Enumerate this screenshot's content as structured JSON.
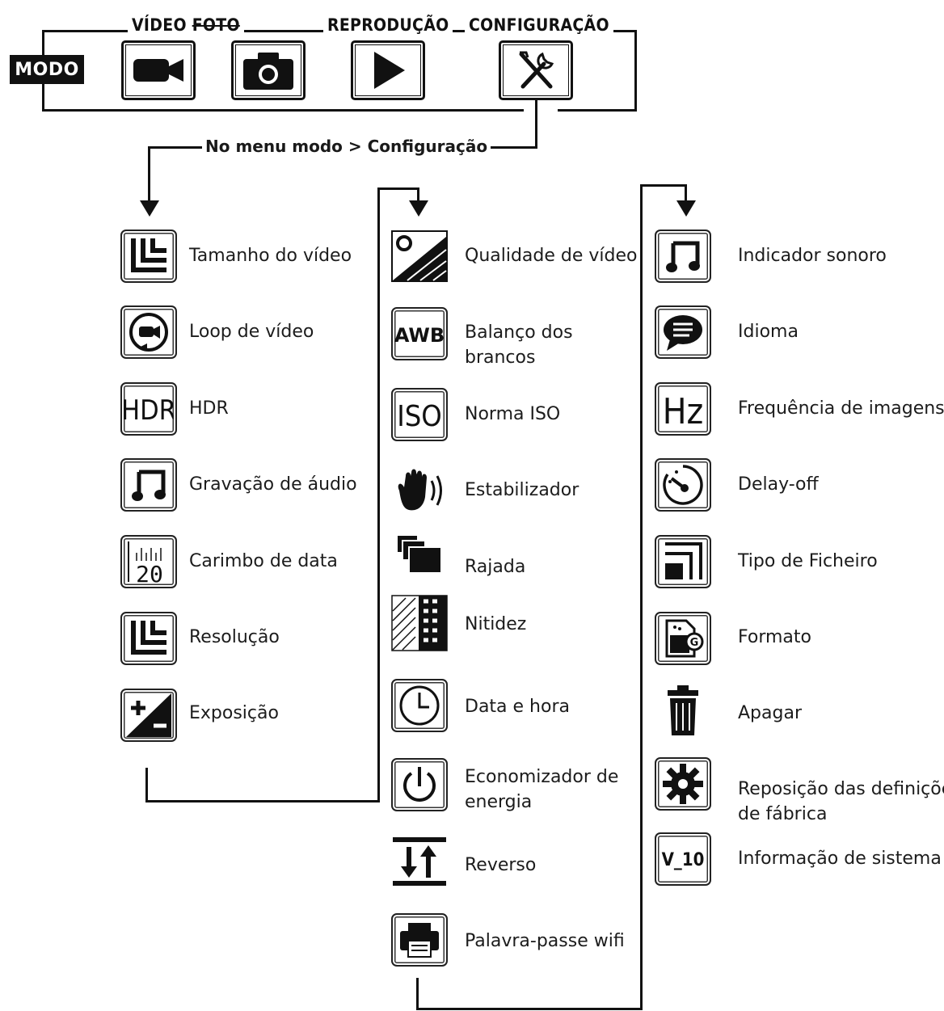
{
  "mode_bar": {
    "mode_label": "MODO",
    "video_label": "VÍDEO",
    "photo_label": "FOTO",
    "playback_label": "REPRODUÇÃO",
    "settings_label": "CONFIGURAÇÃO",
    "buttons": [
      {
        "name": "video-camera-icon"
      },
      {
        "name": "photo-camera-icon"
      },
      {
        "name": "play-icon"
      },
      {
        "name": "tools-icon"
      }
    ]
  },
  "menu_path": "No menu modo > Configuração",
  "columns": [
    {
      "items": [
        {
          "label": "Tamanho do vídeo",
          "icon": "video-size-icon"
        },
        {
          "label": "Loop de vídeo",
          "icon": "loop-video-icon"
        },
        {
          "label": "HDR",
          "icon": "hdr-icon"
        },
        {
          "label": "Gravação de áudio",
          "icon": "audio-note-icon"
        },
        {
          "label": "Carimbo de data",
          "icon": "date-stamp-icon"
        },
        {
          "label": "Resolução",
          "icon": "resolution-icon"
        },
        {
          "label": "Exposição",
          "icon": "exposure-icon"
        }
      ]
    },
    {
      "items": [
        {
          "label": "Qualidade de vídeo",
          "icon": "video-quality-icon"
        },
        {
          "label": "Balanço dos brancos",
          "icon": "awb-icon",
          "icon_text": "AWB"
        },
        {
          "label": "Norma ISO",
          "icon": "iso-icon",
          "icon_text": "ISO"
        },
        {
          "label": "Estabilizador",
          "icon": "stabilizer-hand-icon"
        },
        {
          "label": "Rajada",
          "icon": "burst-icon"
        },
        {
          "label": "Nitidez",
          "icon": "sharpness-icon"
        },
        {
          "label": "Data e hora",
          "icon": "clock-icon"
        },
        {
          "label": "Economizador de energia",
          "icon": "power-icon"
        },
        {
          "label": "Reverso",
          "icon": "reverse-icon"
        },
        {
          "label": "Palavra-passe wifi",
          "icon": "printer-icon"
        }
      ]
    },
    {
      "items": [
        {
          "label": "Indicador sonoro",
          "icon": "beep-note-icon"
        },
        {
          "label": "Idioma",
          "icon": "speech-bubble-icon"
        },
        {
          "label": "Frequência de imagens",
          "icon": "hz-icon",
          "icon_text": "Hz"
        },
        {
          "label": "Delay-off",
          "icon": "timer-icon"
        },
        {
          "label": "Tipo de Ficheiro",
          "icon": "file-type-icon"
        },
        {
          "label": "Formato",
          "icon": "sd-card-icon"
        },
        {
          "label": "Apagar",
          "icon": "trash-icon"
        },
        {
          "label": "Reposição das definições de fábrica",
          "icon": "gear-icon"
        },
        {
          "label": "Informação de sistema",
          "icon": "version-icon",
          "icon_text": "V_10"
        }
      ]
    }
  ]
}
